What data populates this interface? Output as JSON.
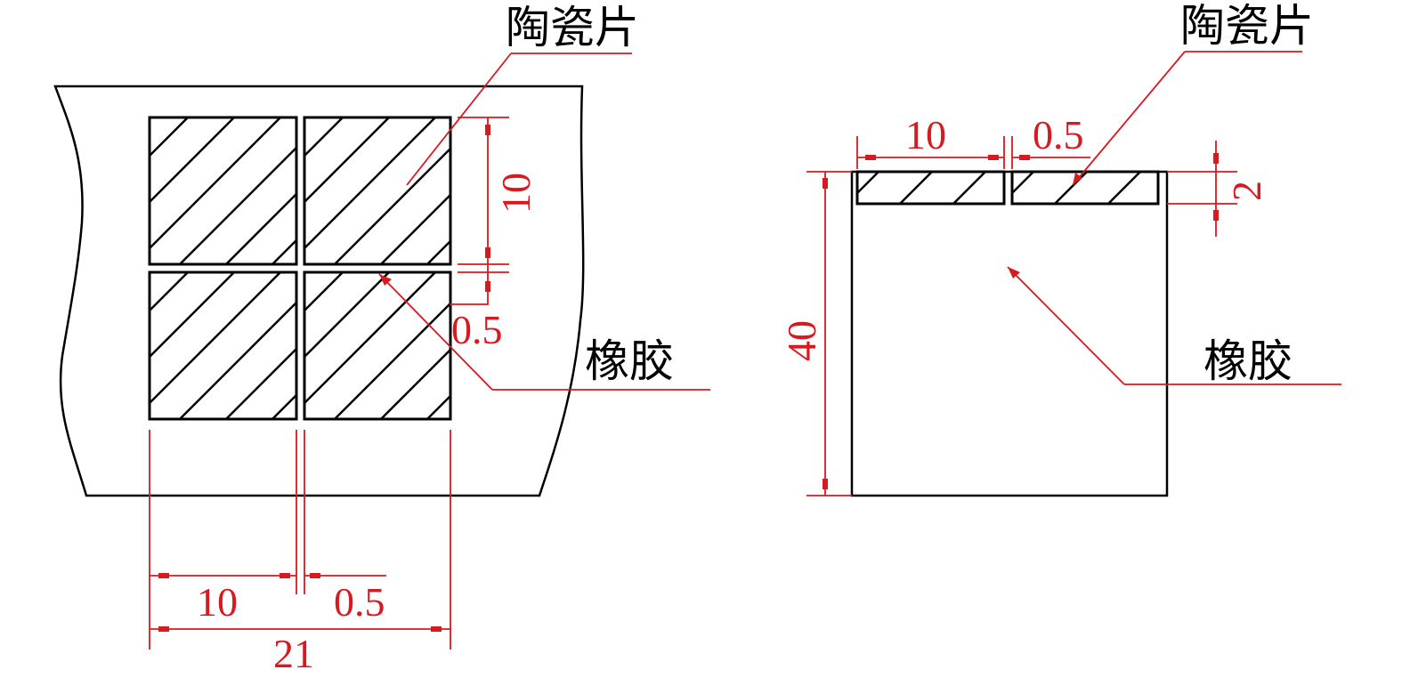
{
  "labels": {
    "ceramic": "陶瓷片",
    "rubber": "橡胶"
  },
  "dimensions": {
    "tile_width": "10",
    "gap": "0.5",
    "total_width": "21",
    "tile_height": "10",
    "thickness": "2",
    "height": "40"
  },
  "colors": {
    "dimension_line": "#d71920",
    "outline": "#000000"
  }
}
